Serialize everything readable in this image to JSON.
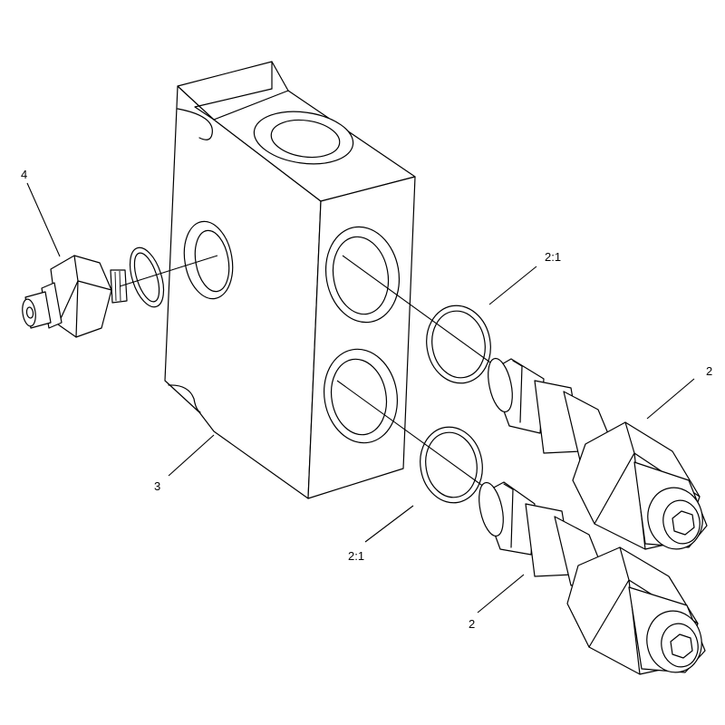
{
  "callouts": {
    "body": "3",
    "plug": "4",
    "cartridge_top": "2",
    "cartridge_bottom": "2",
    "seal_top": "2:1",
    "seal_bottom": "2:1"
  },
  "colors": {
    "ink": "#000000",
    "paper": "#ffffff"
  }
}
